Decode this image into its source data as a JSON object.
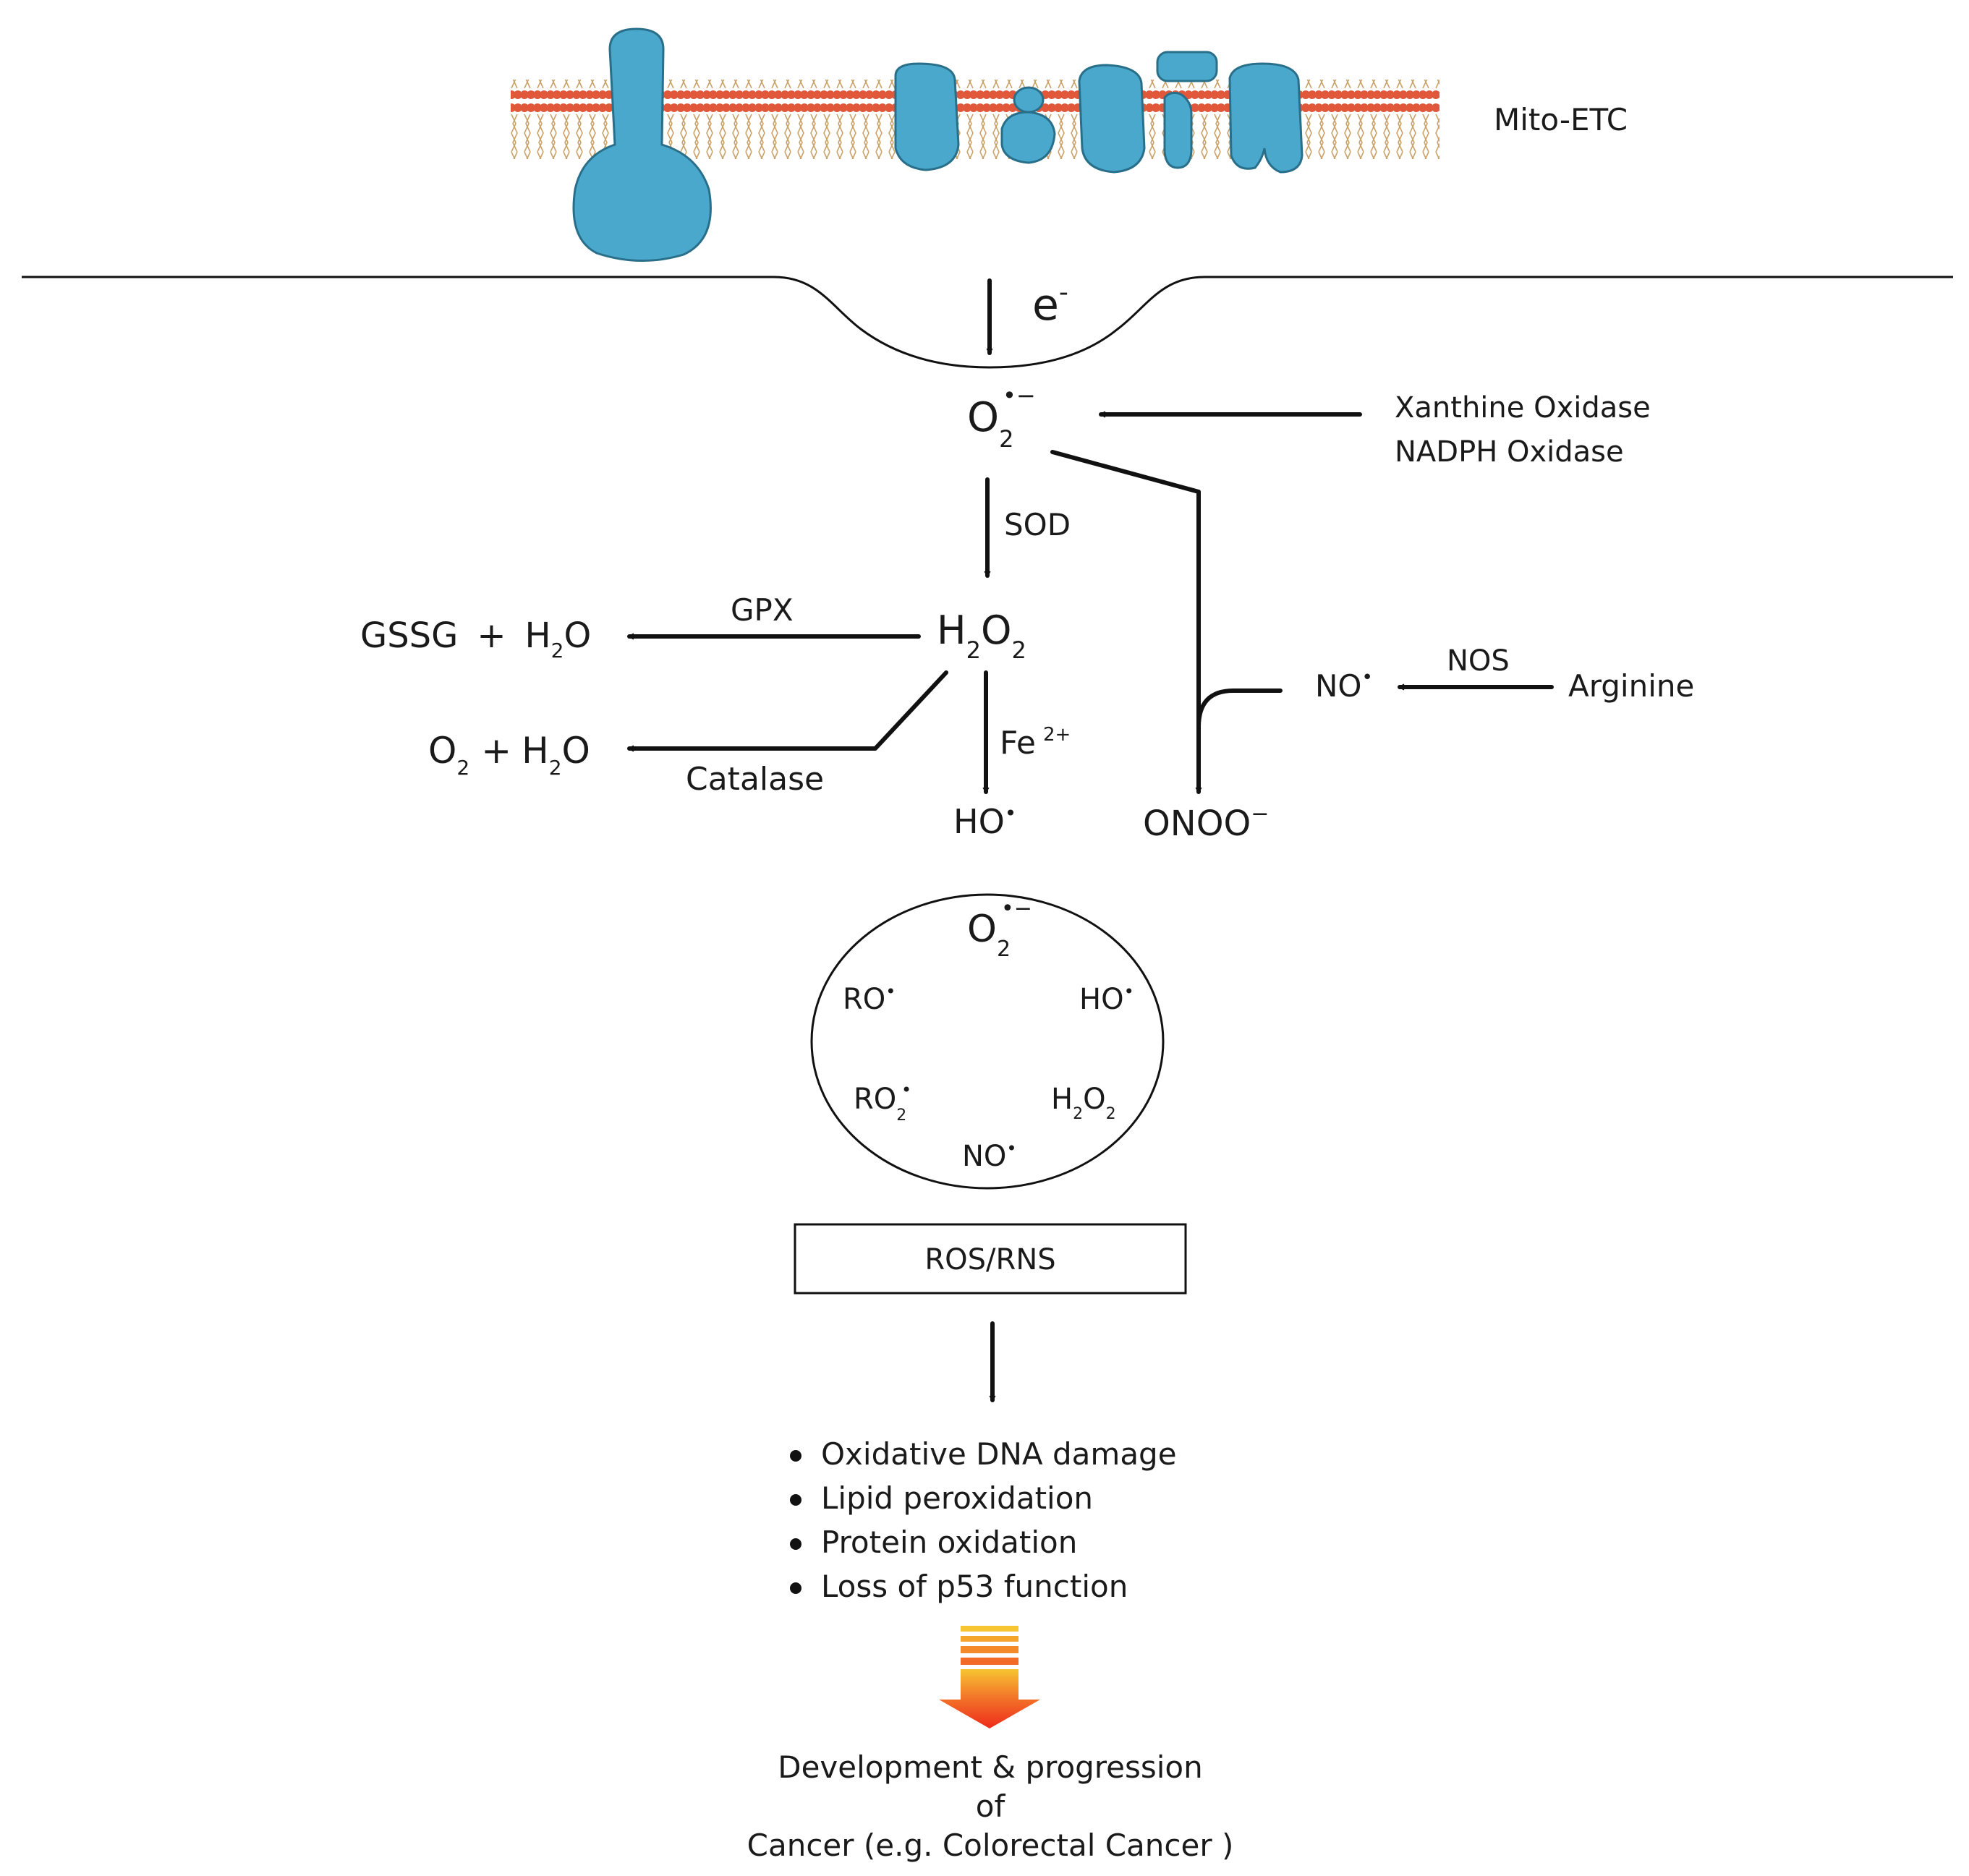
{
  "colors": {
    "protein": "#4aa8cc",
    "lipid_head": "#e0573a",
    "lipid_tail": "#c9a36a",
    "line": "#111111",
    "big_arrow_top": "#f7c531",
    "big_arrow_bottom": "#ee2a1a"
  },
  "membrane": {
    "label": "Mito-ETC"
  },
  "electron": {
    "label": "e",
    "charge": "-"
  },
  "superoxide": {
    "main": "O",
    "sub": "2",
    "sup": "•−"
  },
  "enzyme_sources": {
    "line1": "Xanthine Oxidase",
    "line2": "NADPH Oxidase"
  },
  "sod": {
    "label": "SOD"
  },
  "h2o2": {
    "h": "H",
    "sub1": "2",
    "o": "O",
    "sub2": "2"
  },
  "gpx": {
    "enzyme": "GPX",
    "product_a": "GSSG",
    "plus": "+",
    "product_b_h": "H",
    "product_b_sub": "2",
    "product_b_o": "O"
  },
  "catalase": {
    "enzyme": "Catalase",
    "product_a_main": "O",
    "product_a_sub": "2",
    "plus": "+",
    "product_b_h": "H",
    "product_b_sub": "2",
    "product_b_o": "O"
  },
  "fenton": {
    "cofactor": "Fe",
    "charge": "2+",
    "product_main": "HO",
    "product_sup": "•"
  },
  "peroxynitrite": {
    "main": "ONOO",
    "sup": "−"
  },
  "nitric_oxide": {
    "main": "NO",
    "sup": "•",
    "enzyme": "NOS",
    "substrate": "Arginine"
  },
  "circle_species": {
    "top_main": "O",
    "top_sub": "2",
    "top_sup": "•−",
    "ro_main": "RO",
    "ro_sup": "•",
    "ho_main": "HO",
    "ho_sup": "•",
    "ro2_main": "RO",
    "ro2_sub": "2",
    "ro2_sup": "•",
    "h2o2_h": "H",
    "h2o2_sub1": "2",
    "h2o2_o": "O",
    "h2o2_sub2": "2",
    "no_main": "NO",
    "no_sup": "•"
  },
  "ros_box": {
    "label": "ROS/RNS"
  },
  "effects": [
    "Oxidative DNA damage",
    "Lipid peroxidation",
    "Protein oxidation",
    "Loss of p53 function"
  ],
  "outcome": {
    "line1": "Development & progression",
    "line2": "of",
    "line3": "Cancer (e.g. Colorectal Cancer )"
  }
}
